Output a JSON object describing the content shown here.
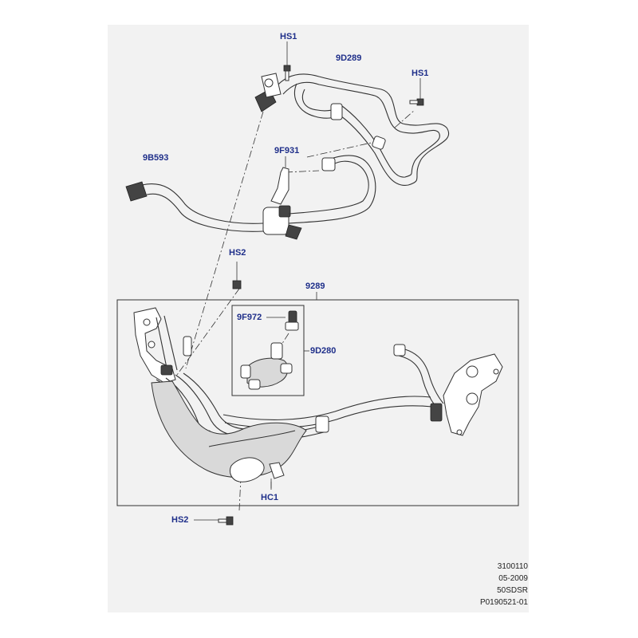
{
  "labels": {
    "hs1_top": "HS1",
    "hose_9d289": "9D289",
    "hs1_right": "HS1",
    "hose_9b593": "9B593",
    "bracket_9f931": "9F931",
    "hs2_mid": "HS2",
    "assembly_9289": "9289",
    "sensor_9f972": "9F972",
    "valve_9d280": "9D280",
    "clip_hc1": "HC1",
    "hs2_bottom": "HS2"
  },
  "footer": {
    "code": "3100110",
    "date": "05-2009",
    "model": "50SDSR",
    "ref": "P0190521-01"
  },
  "colors": {
    "label": "#1f2f8a",
    "background": "#f2f2f2",
    "line": "#333333"
  }
}
